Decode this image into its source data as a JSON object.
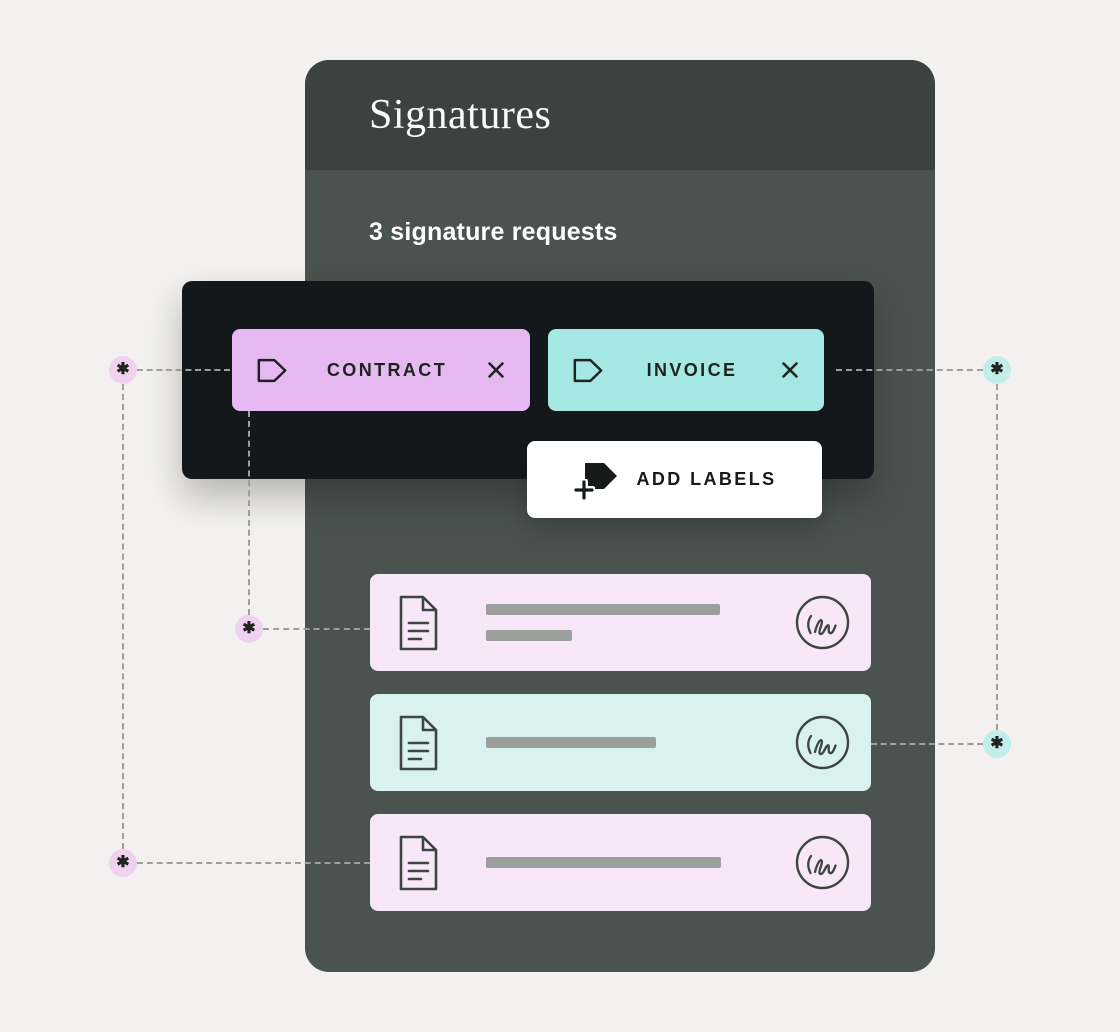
{
  "header": {
    "title": "Signatures"
  },
  "summary": {
    "text": "3 signature requests"
  },
  "labels_panel": {
    "chips": [
      {
        "label": "CONTRACT",
        "color": "#E6B9F2"
      },
      {
        "label": "INVOICE",
        "color": "#A4E7E3"
      }
    ],
    "add_button_label": "ADD LABELS"
  },
  "requests": [
    {
      "variant": "pink",
      "placeholder_bars": 2
    },
    {
      "variant": "teal",
      "placeholder_bars": 1
    },
    {
      "variant": "pink",
      "placeholder_bars": 1
    }
  ],
  "annotations": {
    "asterisk": "✱"
  },
  "icons": {
    "chip_tag": "pentagon-label-outline",
    "chip_close": "x-cross",
    "add_tag": "pentagon-label-solid-with-plus",
    "request_doc": "document-outline",
    "request_signature": "circle-signature-scribble"
  },
  "colors": {
    "background": "#F2F1EF",
    "card_header": "#3B423F",
    "card_body": "#4A534F",
    "panel_dark": "#15181A",
    "chip_contract": "#E6B9F2",
    "chip_invoice": "#A4E7E3",
    "row_pink": "#F8E7F8",
    "row_teal": "#D9F2F0",
    "badge_pink": "#F0D2F0",
    "badge_teal": "#C2EDE9",
    "placeholder_bar": "#9BA09D",
    "connector": "#9E9E9B"
  }
}
